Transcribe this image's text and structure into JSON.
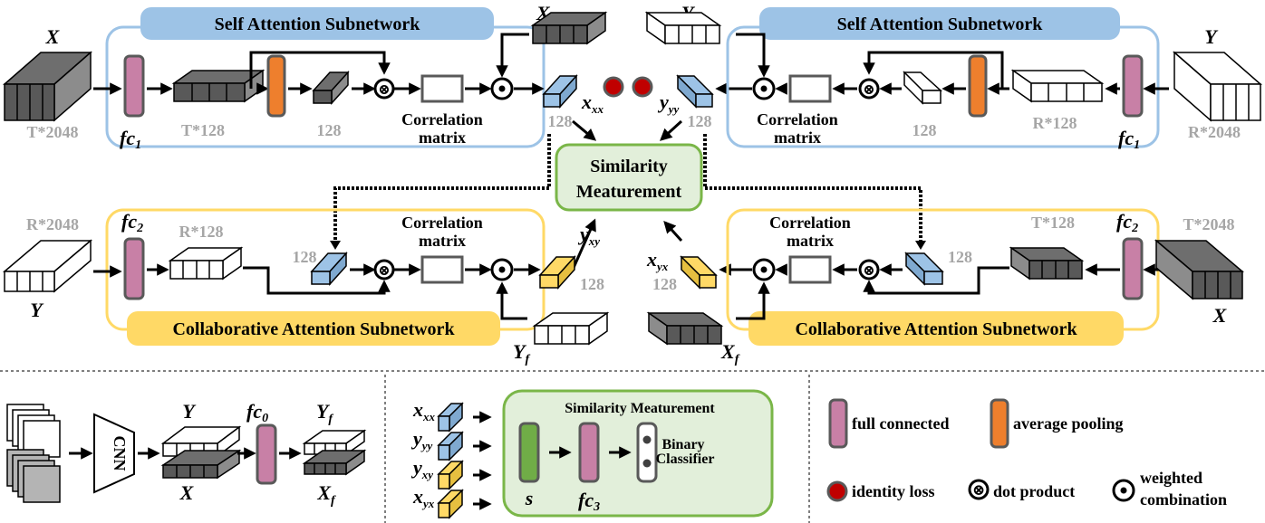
{
  "titles": {
    "self_left": "Self Attention Subnetwork",
    "self_right": "Self Attention Subnetwork",
    "collab_left": "Collaborative Attention Subnetwork",
    "collab_right": "Collaborative Attention Subnetwork",
    "similarity": "Similarity",
    "similarity2": "Meaturement"
  },
  "labels": {
    "X": "X",
    "Y": "Y",
    "f": "f",
    "fc": "fc",
    "sub1": "1",
    "sub2": "2",
    "sub0": "0",
    "sub3": "3",
    "T2048": "T*2048",
    "R2048": "R*2048",
    "T128": "T*128",
    "R128": "R*128",
    "n128": "128",
    "corr1": "Correlation",
    "corr2": "matrix",
    "x": "x",
    "y": "y",
    "xx": "xx",
    "yy": "yy",
    "xy": "xy",
    "yx": "yx",
    "cnn": "CNN",
    "sm_title": "Similarity Meaturement",
    "s": "s",
    "binary1": "Binary",
    "binary2": "Classifier"
  },
  "legend": {
    "full_connected": "full connected",
    "average_pooling": "average pooling",
    "identity_loss": "identity loss",
    "dot_product": "dot product",
    "weighted1": "weighted",
    "weighted2": "combination"
  },
  "colors": {
    "self_border": "#9dc3e6",
    "self_fill": "#9dc3e6",
    "collab_border": "#ffd966",
    "collab_fill": "#ffd966",
    "sim_fill": "#e2efda",
    "sim_border": "#7ab648",
    "fc_pink": "#c880a6",
    "pool_orange": "#ee7f2d",
    "feat_blue": "#9dc3e6",
    "feat_yellow": "#ffd966",
    "id_loss_red": "#c00000",
    "s_green": "#70ad47",
    "dark_gray": "#6e6e6e"
  }
}
